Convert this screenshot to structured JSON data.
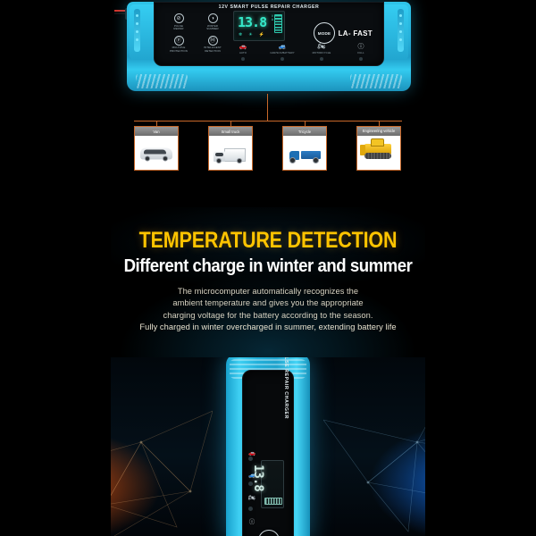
{
  "product": {
    "header_title": "12V SMART PULSE REPAIR CHARGER",
    "brand": "LA- FAST",
    "mode_button": "MODE",
    "lcd": {
      "voltage": "13.8",
      "unit_top": "V",
      "unit_bottom": "A"
    },
    "features": [
      {
        "label_line1": "PULSE",
        "label_line2": "REPAIR",
        "icon": "pulse-repair-icon",
        "glyph": "⊘"
      },
      {
        "label_line1": "WINTER",
        "label_line2": "SUMMER",
        "icon": "winter-summer-icon",
        "glyph": "◑"
      },
      {
        "label_line1": "MULTIPLE",
        "label_line2": "PROTECTION",
        "icon": "shield-protection-icon",
        "glyph": "ⓟ"
      },
      {
        "label_line1": "INTELLIGENT",
        "label_line2": "DETECTION",
        "icon": "intelligent-detect-icon",
        "glyph": "Ⓜ"
      }
    ],
    "modes": [
      {
        "label": "AUTO",
        "icon": "car-icon",
        "glyph": "🚗"
      },
      {
        "label": "CAR/SUV/BATTERY",
        "icon": "suv-icon",
        "glyph": "🚙"
      },
      {
        "label": "MOTORCYCLE",
        "icon": "motorcycle-icon",
        "glyph": "🏍"
      },
      {
        "label": "FULL",
        "icon": "full-charge-icon",
        "glyph": "ⓘ"
      }
    ]
  },
  "vehicles": [
    {
      "name": "Van",
      "art": "van"
    },
    {
      "name": "Small truck",
      "art": "truck"
    },
    {
      "name": "Tricycle",
      "art": "tricycle"
    },
    {
      "name": "Engineering vehicle",
      "art": "dozer"
    }
  ],
  "promo": {
    "headline": "TEMPERATURE DETECTION",
    "subheadline": "Different charge in winter and summer",
    "body_lines": [
      "The microcomputer automatically recognizes the",
      "ambient temperature and gives you the appropriate",
      "charging voltage for the battery according to the season.",
      "Fully charged in winter overcharged in summer, extending battery life"
    ]
  },
  "colors": {
    "accent_yellow": "#ffc400",
    "device_cyan": "#2fc4e8",
    "connector_orange": "#c8682a",
    "lcd_green": "#35e8c8",
    "hot_glow": "#ff5c0c",
    "cold_glow": "#1478ff",
    "background": "#000000"
  }
}
